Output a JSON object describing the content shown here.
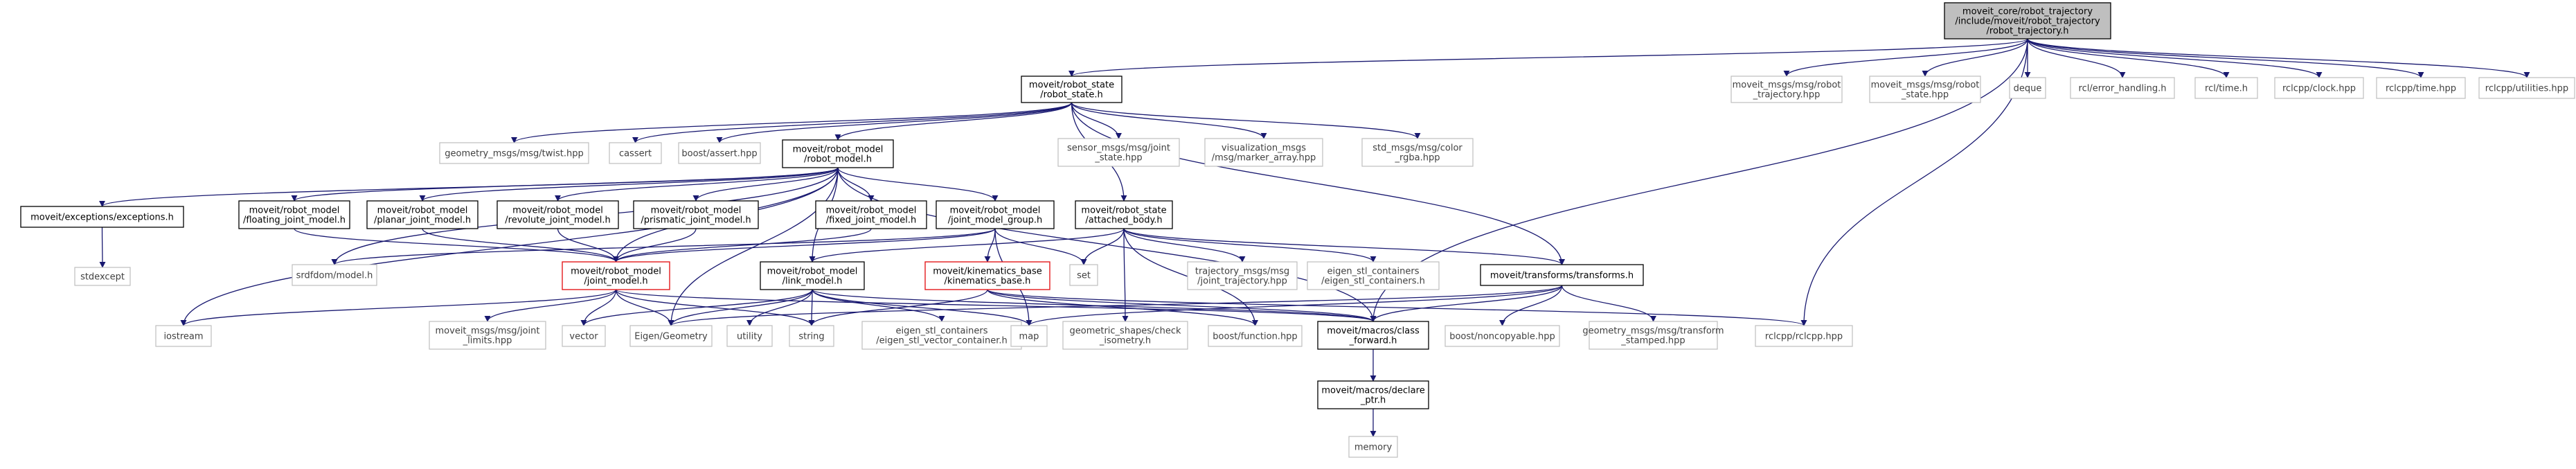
{
  "diagram": {
    "title": "",
    "nodes": {
      "root": [
        "moveit_core/robot_trajectory",
        "/include/moveit/robot_trajectory",
        "/robot_trajectory.h"
      ],
      "robot_state": [
        "moveit/robot_state",
        "/robot_state.h"
      ],
      "robot_trajectory_msg": [
        "moveit_msgs/msg/robot",
        "_trajectory.hpp"
      ],
      "robot_state_msg": [
        "moveit_msgs/msg/robot",
        "_state.hpp"
      ],
      "deque": [
        "deque"
      ],
      "rcl_error": [
        "rcl/error_handling.h"
      ],
      "rcl_time": [
        "rcl/time.h"
      ],
      "rclcpp_clock": [
        "rclcpp/clock.hpp"
      ],
      "rclcpp_time": [
        "rclcpp/time.hpp"
      ],
      "rclcpp_utilities": [
        "rclcpp/utilities.hpp"
      ],
      "twist": [
        "geometry_msgs/msg/twist.hpp"
      ],
      "cassert": [
        "cassert"
      ],
      "boost_assert": [
        "boost/assert.hpp"
      ],
      "robot_model": [
        "moveit/robot_model",
        "/robot_model.h"
      ],
      "joint_state": [
        "sensor_msgs/msg/joint",
        "_state.hpp"
      ],
      "marker_array": [
        "visualization_msgs",
        "/msg/marker_array.hpp"
      ],
      "color_rgba": [
        "std_msgs/msg/color",
        "_rgba.hpp"
      ],
      "exceptions": [
        "moveit/exceptions/exceptions.h"
      ],
      "floating": [
        "moveit/robot_model",
        "/floating_joint_model.h"
      ],
      "planar": [
        "moveit/robot_model",
        "/planar_joint_model.h"
      ],
      "revolute": [
        "moveit/robot_model",
        "/revolute_joint_model.h"
      ],
      "prismatic": [
        "moveit/robot_model",
        "/prismatic_joint_model.h"
      ],
      "fixed": [
        "moveit/robot_model",
        "/fixed_joint_model.h"
      ],
      "jmg": [
        "moveit/robot_model",
        "/joint_model_group.h"
      ],
      "attached": [
        "moveit/robot_state",
        "/attached_body.h"
      ],
      "stdexcept": [
        "stdexcept"
      ],
      "srdfdom": [
        "srdfdom/model.h"
      ],
      "joint_model": [
        "moveit/robot_model",
        "/joint_model.h"
      ],
      "link_model": [
        "moveit/robot_model",
        "/link_model.h"
      ],
      "kinematics_base": [
        "moveit/kinematics_base",
        "/kinematics_base.h"
      ],
      "set": [
        "set"
      ],
      "traj_msg": [
        "trajectory_msgs/msg",
        "/joint_trajectory.hpp"
      ],
      "eigen_containers": [
        "eigen_stl_containers",
        "/eigen_stl_containers.h"
      ],
      "transforms": [
        "moveit/transforms/transforms.h"
      ],
      "iostream": [
        "iostream"
      ],
      "joint_limits": [
        "moveit_msgs/msg/joint",
        "_limits.hpp"
      ],
      "vector": [
        "vector"
      ],
      "eigen_geometry": [
        "Eigen/Geometry"
      ],
      "utility": [
        "utility"
      ],
      "string": [
        "string"
      ],
      "eigen_vector": [
        "eigen_stl_containers",
        "/eigen_stl_vector_container.h"
      ],
      "map": [
        "map"
      ],
      "check_iso": [
        "geometric_shapes/check",
        "_isometry.h"
      ],
      "boost_function": [
        "boost/function.hpp"
      ],
      "class_forward": [
        "moveit/macros/class",
        "_forward.h"
      ],
      "noncopyable": [
        "boost/noncopyable.hpp"
      ],
      "transform_stamped": [
        "geometry_msgs/msg/transform",
        "_stamped.hpp"
      ],
      "rclcpp": [
        "rclcpp/rclcpp.hpp"
      ],
      "declare_ptr": [
        "moveit/macros/declare",
        "_ptr.h"
      ],
      "memory": [
        "memory"
      ]
    },
    "edges": [
      [
        "root",
        "robot_state"
      ],
      [
        "root",
        "robot_trajectory_msg"
      ],
      [
        "root",
        "robot_state_msg"
      ],
      [
        "root",
        "deque"
      ],
      [
        "root",
        "rcl_error"
      ],
      [
        "root",
        "rcl_time"
      ],
      [
        "root",
        "rclcpp_clock"
      ],
      [
        "root",
        "rclcpp_time"
      ],
      [
        "root",
        "rclcpp_utilities"
      ],
      [
        "root",
        "class_forward"
      ],
      [
        "root",
        "rclcpp"
      ],
      [
        "robot_state",
        "twist"
      ],
      [
        "robot_state",
        "cassert"
      ],
      [
        "robot_state",
        "boost_assert"
      ],
      [
        "robot_state",
        "robot_model"
      ],
      [
        "robot_state",
        "joint_state"
      ],
      [
        "robot_state",
        "marker_array"
      ],
      [
        "robot_state",
        "color_rgba"
      ],
      [
        "robot_state",
        "attached"
      ],
      [
        "robot_state",
        "transforms"
      ],
      [
        "robot_model",
        "exceptions"
      ],
      [
        "robot_model",
        "floating"
      ],
      [
        "robot_model",
        "planar"
      ],
      [
        "robot_model",
        "revolute"
      ],
      [
        "robot_model",
        "prismatic"
      ],
      [
        "robot_model",
        "fixed"
      ],
      [
        "robot_model",
        "jmg"
      ],
      [
        "robot_model",
        "srdfdom"
      ],
      [
        "robot_model",
        "iostream"
      ],
      [
        "robot_model",
        "joint_model"
      ],
      [
        "robot_model",
        "link_model"
      ],
      [
        "robot_model",
        "eigen_geometry"
      ],
      [
        "robot_model",
        "class_forward"
      ],
      [
        "exceptions",
        "stdexcept"
      ],
      [
        "floating",
        "joint_model"
      ],
      [
        "planar",
        "joint_model"
      ],
      [
        "revolute",
        "joint_model"
      ],
      [
        "prismatic",
        "joint_model"
      ],
      [
        "fixed",
        "joint_model"
      ],
      [
        "jmg",
        "joint_model"
      ],
      [
        "jmg",
        "kinematics_base"
      ],
      [
        "jmg",
        "set"
      ],
      [
        "jmg",
        "srdfdom"
      ],
      [
        "jmg",
        "map"
      ],
      [
        "attached",
        "link_model"
      ],
      [
        "attached",
        "set"
      ],
      [
        "attached",
        "traj_msg"
      ],
      [
        "attached",
        "eigen_containers"
      ],
      [
        "attached",
        "transforms"
      ],
      [
        "attached",
        "check_iso"
      ],
      [
        "attached",
        "boost_function"
      ],
      [
        "joint_model",
        "iostream"
      ],
      [
        "joint_model",
        "joint_limits"
      ],
      [
        "joint_model",
        "vector"
      ],
      [
        "joint_model",
        "eigen_geometry"
      ],
      [
        "joint_model",
        "string"
      ],
      [
        "joint_model",
        "class_forward"
      ],
      [
        "link_model",
        "vector"
      ],
      [
        "link_model",
        "eigen_geometry"
      ],
      [
        "link_model",
        "utility"
      ],
      [
        "link_model",
        "string"
      ],
      [
        "link_model",
        "eigen_vector"
      ],
      [
        "link_model",
        "map"
      ],
      [
        "link_model",
        "class_forward"
      ],
      [
        "kinematics_base",
        "string"
      ],
      [
        "kinematics_base",
        "boost_function"
      ],
      [
        "kinematics_base",
        "class_forward"
      ],
      [
        "kinematics_base",
        "rclcpp"
      ],
      [
        "transforms",
        "map"
      ],
      [
        "transforms",
        "noncopyable"
      ],
      [
        "transforms",
        "transform_stamped"
      ],
      [
        "transforms",
        "class_forward"
      ],
      [
        "transforms",
        "eigen_geometry"
      ],
      [
        "class_forward",
        "declare_ptr"
      ],
      [
        "declare_ptr",
        "memory"
      ]
    ]
  }
}
